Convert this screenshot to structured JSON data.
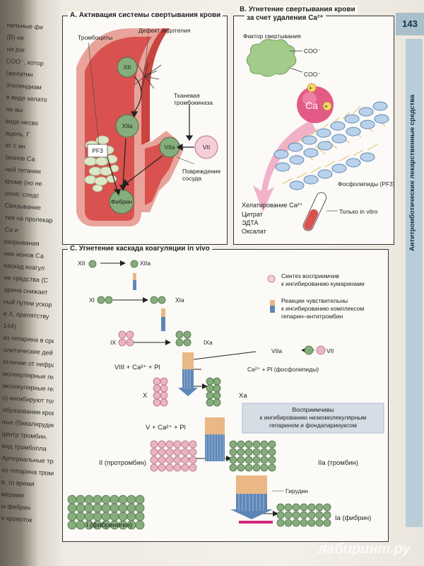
{
  "page_number": "143",
  "side_header": "Антитромботические лекарственные средства",
  "left_column_fragments": [
    "нальные фи",
    "(В) не",
    "ни рог",
    "COO⁻, котор",
    "(желатин",
    "этилендиам",
    "в виде хелато",
    "не вы",
    "виде несво",
    "ацель. Г",
    "вт с ин",
    "(ионов Са",
    "ней тетании",
    "кроме (но не",
    "опия; следс",
    "Связывание",
    "тия на пролекар",
    "Ca и",
    "разрывания",
    "ние ионов Са",
    "каскад коагул",
    "ие средства (С",
    "арина снижает",
    "ный путем ускор",
    "и X, препятству",
    "144).",
    "из гепарина в сре",
    "олитические дей",
    "отличие от нефрак",
    "молекулярные гепар",
    "молекулярные гепар",
    "с) ингибируют только",
    "образовании кровяных",
    "ные (бивалирудин)",
    "центр тромбин.",
    "вид тромбопла",
    "Артериальные тромбо",
    "из гепарина тромб",
    "в, то время",
    "мерами",
    "ы фибрин",
    "н кровоток"
  ],
  "panel_a": {
    "title": "A. Активация системы свертывания крови",
    "labels": {
      "thrombocytes": "Тромбоциты",
      "endothelial_defect": "Дефект эндотелия",
      "tissue_thromboplastin_1": "Тканевая",
      "tissue_thromboplastin_2": "тромбокиназа",
      "vessel_damage_1": "Повреждение",
      "vessel_damage_2": "сосуда"
    },
    "factors": {
      "xii": "XII",
      "xiia": "XIIa",
      "viia": "VIIa",
      "vii": "VII",
      "fibrin": "Фибрин",
      "pf3": "PF3"
    }
  },
  "panel_b": {
    "title_line1": "B. Угнетение свертывания крови",
    "title_line2": "за счет удаления Ca²⁺",
    "factor_label": "Фактор свертывания",
    "coo": "COO⁻",
    "ca": "Ca",
    "plus": "+",
    "phospholipids": "Фосфолипиды (PF3)",
    "chelation": [
      "Хелатирование Ca²⁺",
      "Цитрат",
      "ЭДТА",
      "Оксалат"
    ],
    "in_vitro": "Только in vitro"
  },
  "panel_c": {
    "title": "C. Угнетение каскада коагуляции in vivo",
    "legend": {
      "coumarin_1": "Синтез восприимчив",
      "coumarin_2": "к ингибированию кумаринами",
      "heparin_1": "Реакции чувствительны",
      "heparin_2": "к ингибированию комплексом",
      "heparin_3": "гепарин–антитромбин",
      "lmwh_1": "Восприимчивы",
      "lmwh_2": "к ингибированию низкомолекулярным",
      "lmwh_3": "гепарином и фондапаринуксом"
    },
    "factors": {
      "xii": "XII",
      "xiia": "XIIa",
      "xi": "XI",
      "xia": "XIa",
      "ix": "IX",
      "ixa": "IXa",
      "viia": "VIIa",
      "vii": "VII",
      "viii_eq": "VIII + Ca²⁺ + Pl",
      "ca_pl": "Ca²⁺ + Pl (фосфолипиды)",
      "x": "X",
      "xa": "Xa",
      "v_eq": "V + Ca²⁺ + Pl",
      "ii": "II (протромбин)",
      "iia": "IIa (тромбин)",
      "hirudin": "Гирудин",
      "i": "I (фибриноген)",
      "ia": "Ia (фибрин)"
    }
  },
  "watermark": "лабиринт.ру",
  "colors": {
    "green": "#86ad7c",
    "pink": "#e9b5c3",
    "blue": "#5c86b8",
    "orange": "#e9b884",
    "vessel": "#d9524f",
    "magenta": "#d0277a"
  }
}
